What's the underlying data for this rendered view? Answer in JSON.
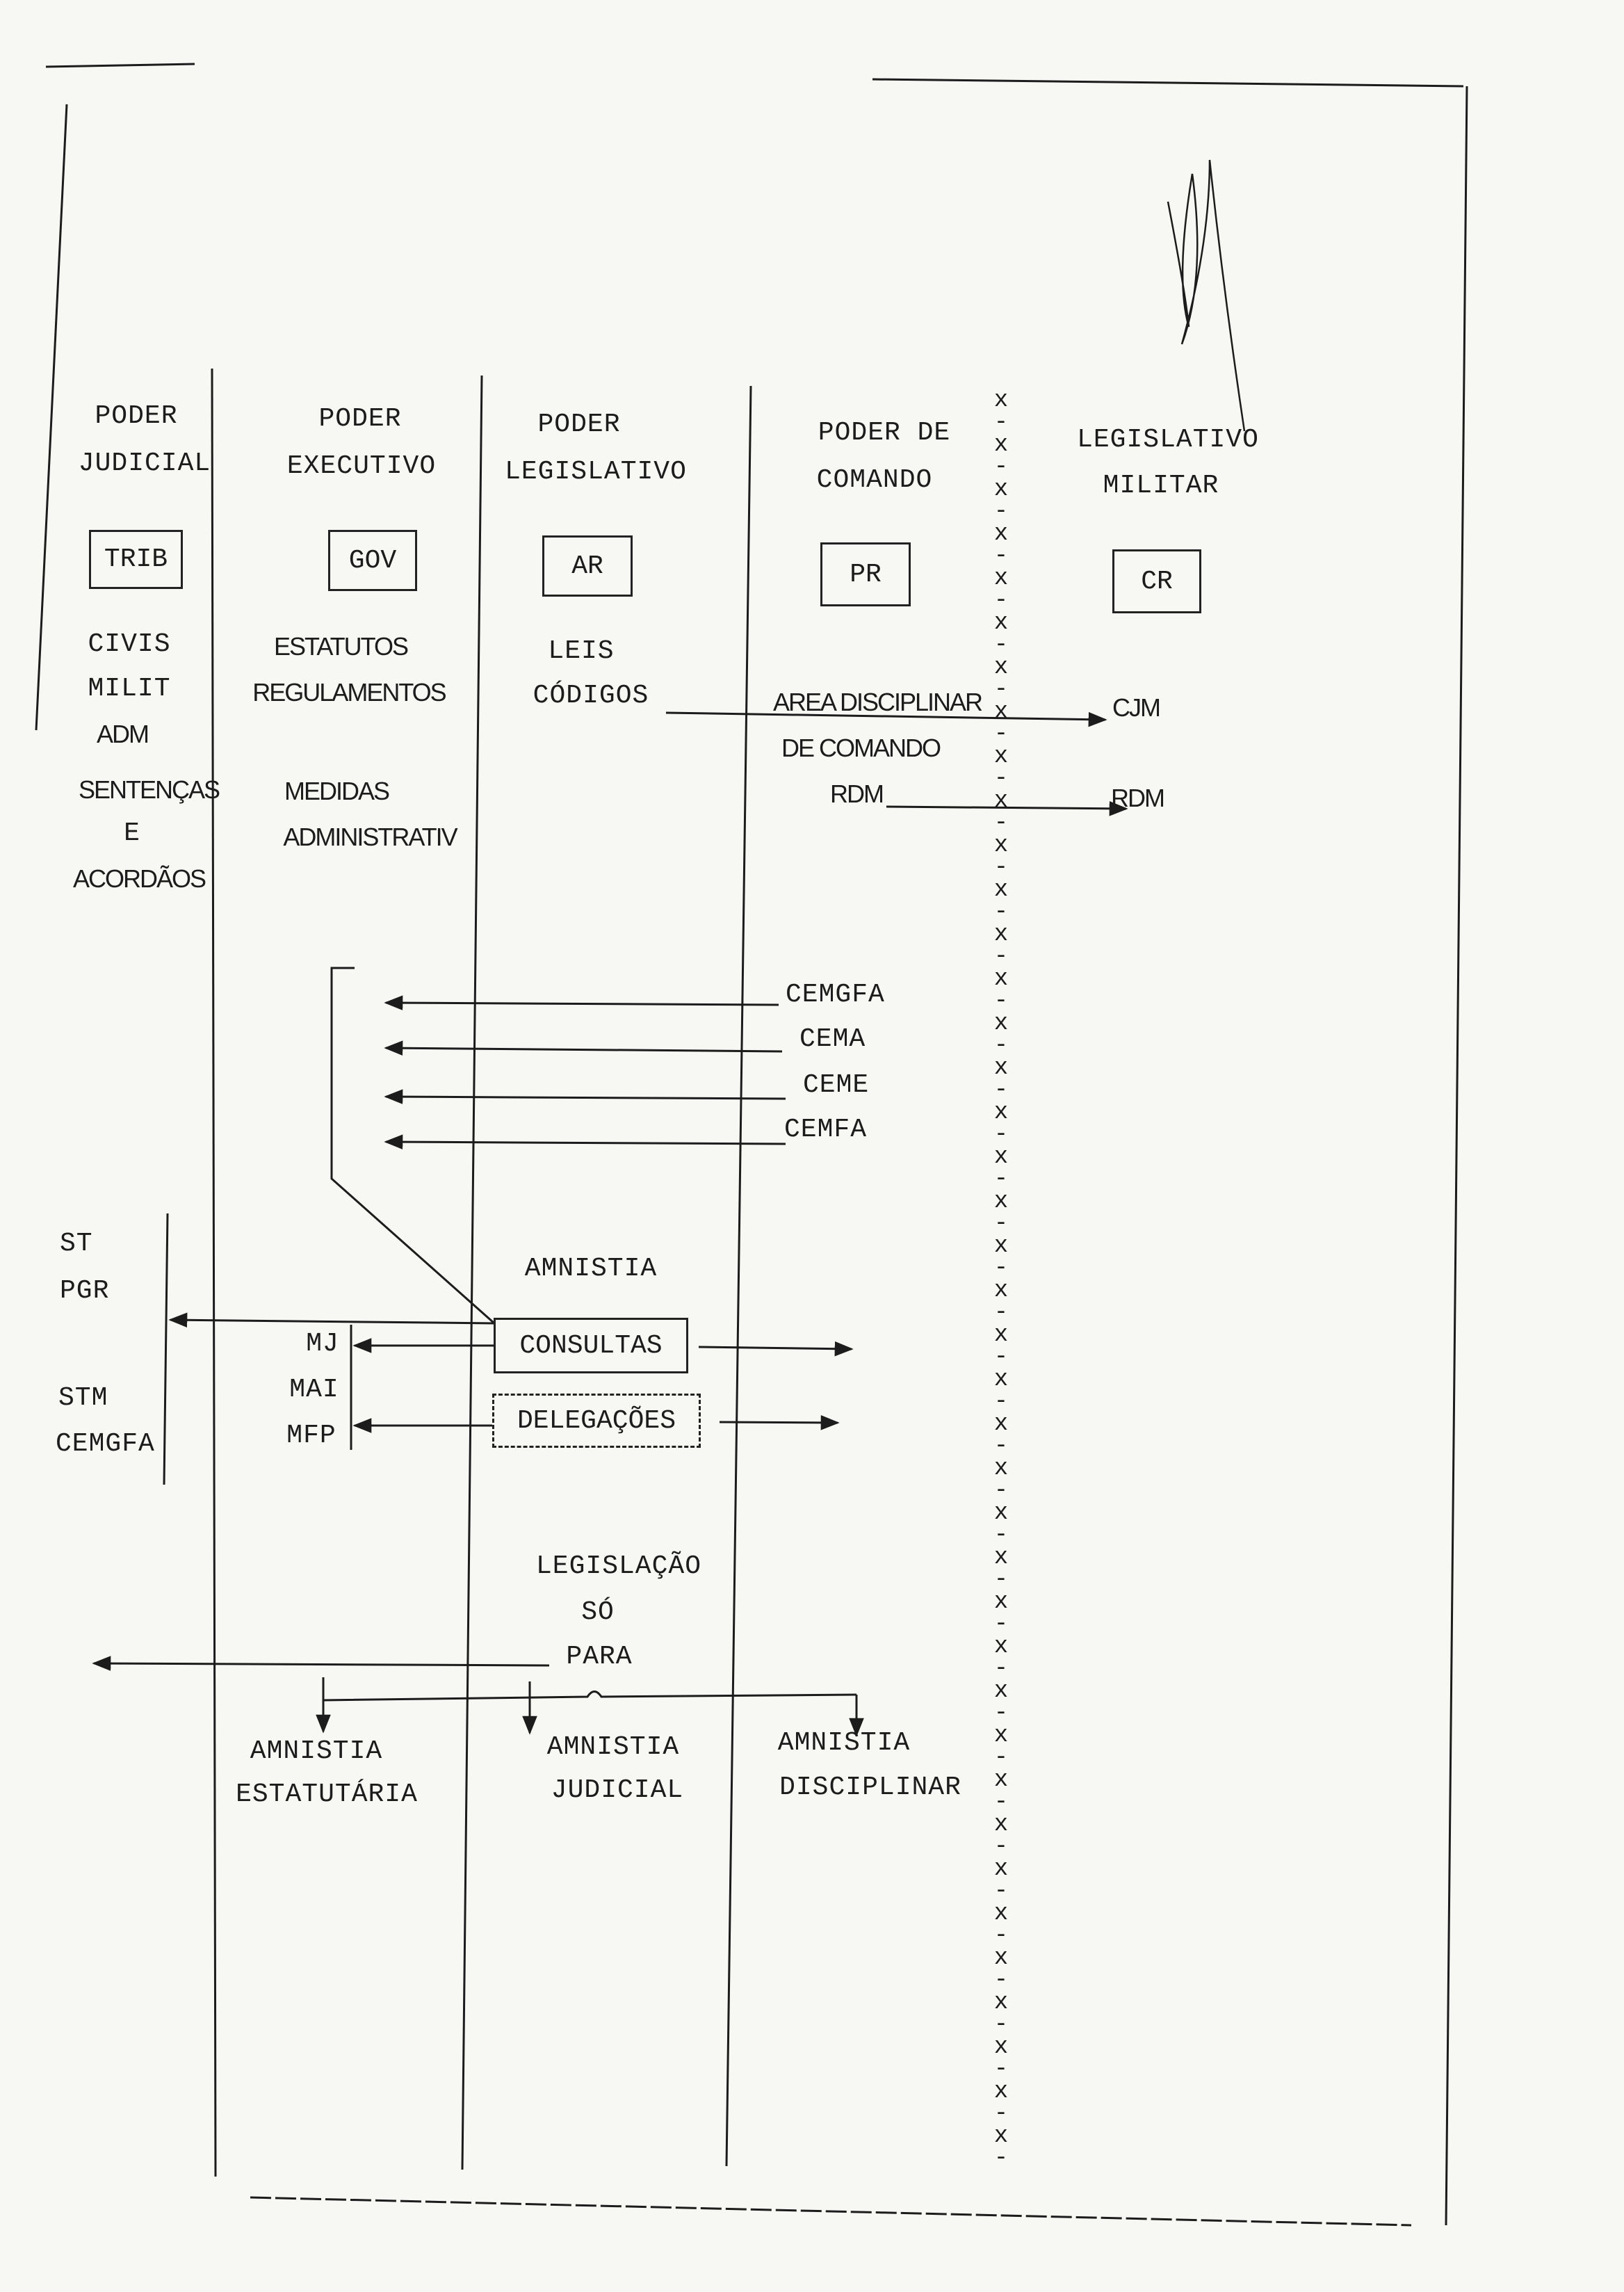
{
  "columns": [
    {
      "id": "judicial",
      "title_1": "PODER",
      "title_2": "JUDICIAL",
      "box": "TRIB",
      "items": [
        "CIVIS",
        "MILIT",
        "ADM",
        "SENTENÇAS",
        "E",
        "ACORDÃOS"
      ]
    },
    {
      "id": "executivo",
      "title_1": "PODER",
      "title_2": "EXECUTIVO",
      "box": "GOV",
      "items": [
        "ESTATUTOS",
        "REGULAMENTOS",
        "MEDIDAS",
        "ADMINISTRATIV"
      ]
    },
    {
      "id": "legislativo",
      "title_1": "PODER",
      "title_2": "LEGISLATIVO",
      "box": "AR",
      "items": [
        "LEIS",
        "CÓDIGOS"
      ]
    },
    {
      "id": "comando",
      "title_1": "PODER DE",
      "title_2": "COMANDO",
      "box": "PR",
      "items": [
        "AREA DISCIPLINAR",
        "DE COMANDO",
        "RDM"
      ]
    },
    {
      "id": "leg-militar",
      "title_1": "LEGISLATIVO",
      "title_2": "MILITAR",
      "box": "CR",
      "items": [
        "CJM",
        "RDM"
      ]
    }
  ],
  "chiefs": [
    "CEMGFA",
    "CEMA",
    "CEME",
    "CEMFA"
  ],
  "left_group_top": [
    "ST",
    "PGR"
  ],
  "left_group_bottom": [
    "STM",
    "CEMGFA"
  ],
  "ministries": [
    "MJ",
    "MAI",
    "MFP"
  ],
  "amnistia_label": "AMNISTIA",
  "consultas": "CONSULTAS",
  "delegacoes": "DELEGAÇÕES",
  "legislacao": [
    "LEGISLAÇÃO",
    "SÓ",
    "PARA"
  ],
  "amnesties": [
    {
      "line1": "AMNISTIA",
      "line2": "ESTATUTÁRIA"
    },
    {
      "line1": "AMNISTIA",
      "line2": "JUDICIAL"
    },
    {
      "line1": "AMNISTIA",
      "line2": "DISCIPLINAR"
    }
  ]
}
